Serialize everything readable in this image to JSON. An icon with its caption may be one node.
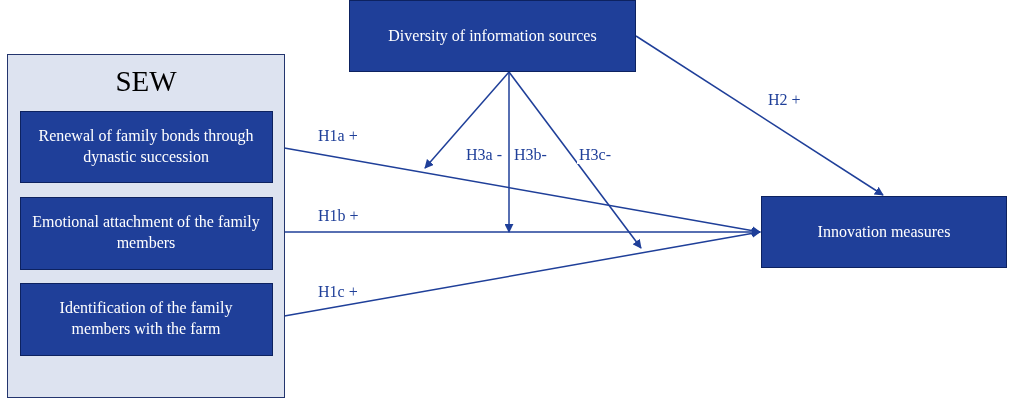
{
  "diagram": {
    "nodes": [
      {
        "text": [
          "SEW"
        ]
      },
      {
        "text": [
          "Renewal of family bonds through dynastic succession"
        ],
        "in": 0
      },
      {
        "text": [
          "Emotional attachment of the family members"
        ],
        "in": 0
      },
      {
        "text": [
          "Identification of the family members with the farm"
        ],
        "in": 0
      },
      {
        "text": [
          "Diversity of information sources"
        ]
      },
      {
        "text": [
          "Innovation measures"
        ]
      }
    ],
    "edges": [
      {
        "from": 1,
        "to": 5,
        "arrow": "to",
        "label": "H1a +"
      },
      {
        "from": 2,
        "to": 5,
        "arrow": "to",
        "label": "H1b +"
      },
      {
        "from": 3,
        "to": 5,
        "arrow": "to",
        "label": "H1c +"
      },
      {
        "from": 4,
        "to": 5,
        "arrow": "to",
        "label": "H2 +"
      },
      {
        "from": 4,
        "to": null,
        "arrow": "to",
        "label": "H3a -"
      },
      {
        "from": 4,
        "to": null,
        "arrow": "to",
        "label": "H3b-"
      },
      {
        "from": 4,
        "to": null,
        "arrow": "to",
        "label": "H3c-"
      }
    ]
  }
}
